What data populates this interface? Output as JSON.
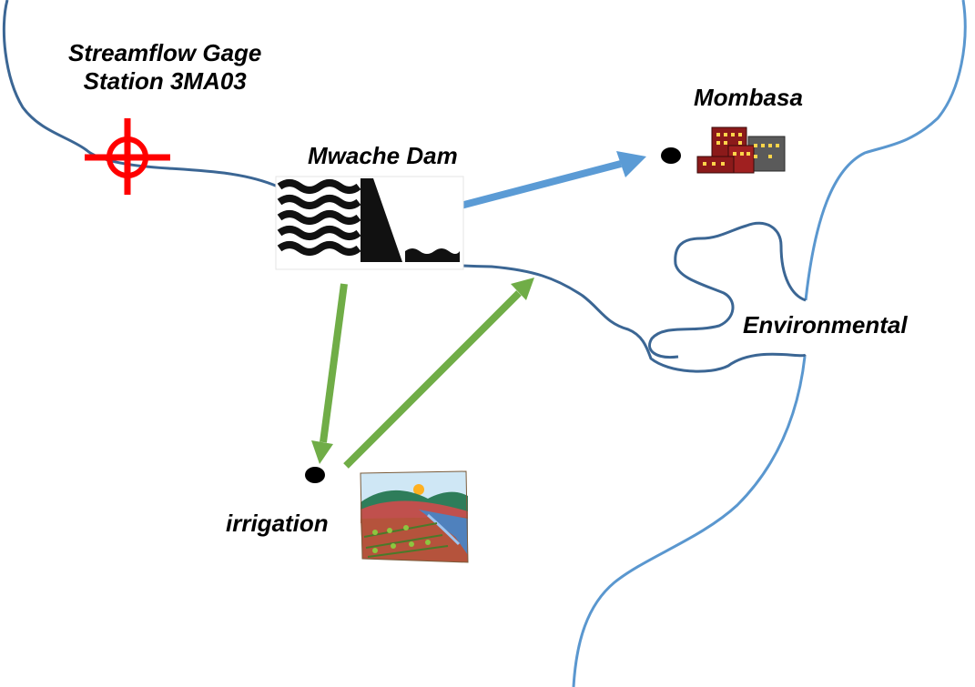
{
  "labels": {
    "gage_line1": "Streamflow Gage",
    "gage_line2": "Station 3MA03",
    "dam": "Mwache Dam",
    "city": "Mombasa",
    "environmental": "Environmental",
    "irrigation": "irrigation"
  },
  "colors": {
    "river": "#3b6694",
    "coast": "#5a97cf",
    "supply_arrow": "#5b9bd5",
    "irrigation_arrow": "#70ad47",
    "gage_marker": "#ff0000",
    "node": "#000000"
  },
  "icons": {
    "gage": "crosshair-icon",
    "dam": "dam-icon",
    "city": "city-buildings-icon",
    "farm": "farmland-icon"
  }
}
